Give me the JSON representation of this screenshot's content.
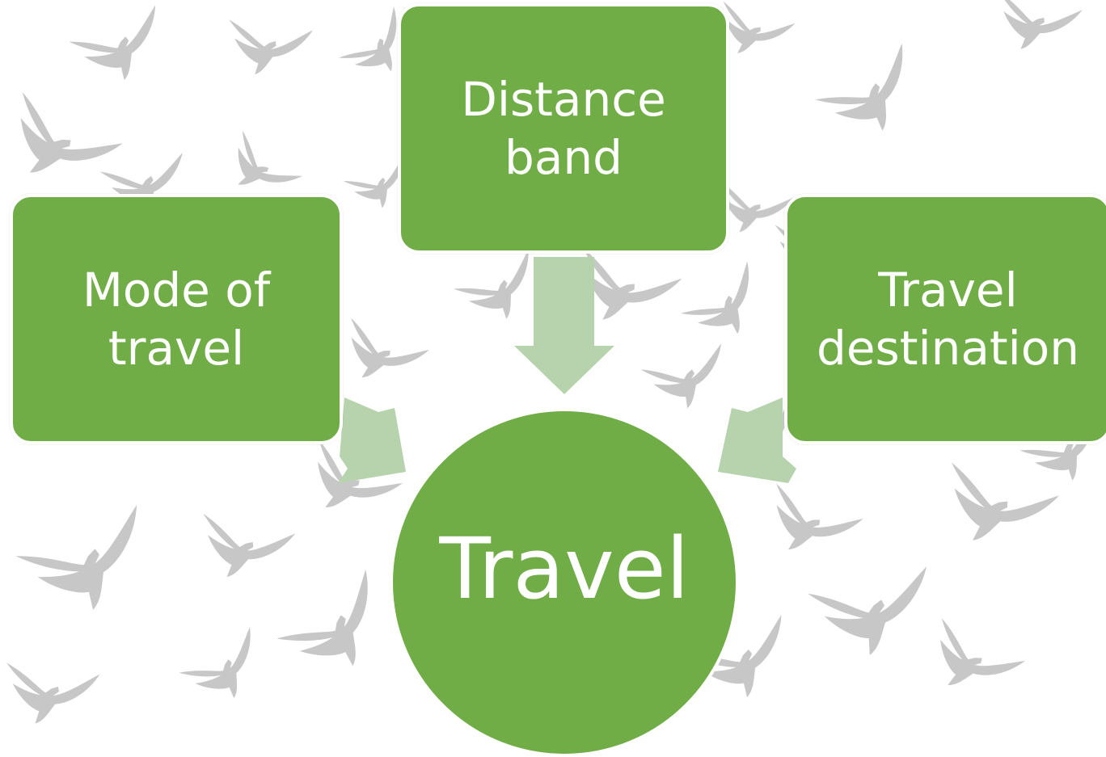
{
  "colors": {
    "box_fill": "#70ad47",
    "arrow_fill": "#b7d3ad",
    "bird": "#9a9a9a"
  },
  "center": {
    "label": "Travel"
  },
  "boxes": [
    {
      "id": "distance",
      "label": "Distance\nband"
    },
    {
      "id": "mode",
      "label": "Mode of\ntravel"
    },
    {
      "id": "destination",
      "label": "Travel\ndestination"
    }
  ],
  "background": {
    "icon": "bird-silhouette-icon"
  }
}
